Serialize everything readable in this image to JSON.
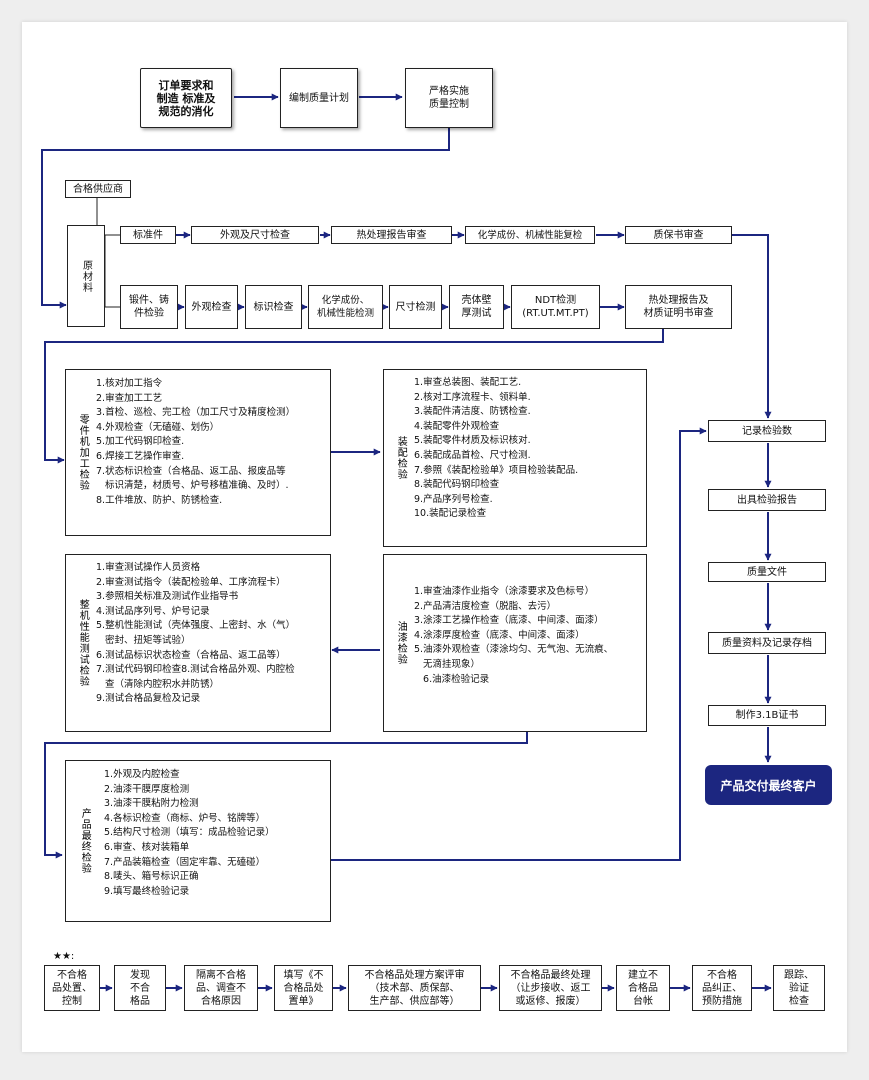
{
  "header": {
    "order": "订单要求和\n制造 标准及\n规范的消化",
    "plan": "编制质量计划",
    "control": "严格实施\n质量控制"
  },
  "supplier": "合格供应商",
  "raw_material": "原材料",
  "row1": [
    "标准件",
    "外观及尺寸检查",
    "热处理报告审查",
    "化学成份、机械性能复检",
    "质保书审查"
  ],
  "row2": [
    "锻件、铸\n件检验",
    "外观检查",
    "标识检查",
    "化学成份、\n机械性能检测",
    "尺寸检测",
    "壳体壁\n厚测试",
    "NDT检测\n(RT.UT.MT.PT)",
    "热处理报告及\n材质证明书审查"
  ],
  "parts": {
    "label": "零件机加工检验",
    "items": [
      "1.核对加工指令",
      "2.审查加工工艺",
      "3.首检、巡检、完工检（加工尺寸及精度检测）",
      "4.外观检查（无磕碰、划伤）",
      "5.加工代码钢印检查.",
      "6.焊接工艺操作审查.",
      "7.状态标识检查（合格品、返工品、报废品等",
      "   标识清楚，材质号、炉号移植准确、及时）.",
      "8.工件堆放、防护、防锈检查."
    ]
  },
  "assembly": {
    "label": "装配检验",
    "items": [
      "1.审查总装图、装配工艺.",
      "2.核对工序流程卡、领料单.",
      "3.装配件清洁度、防锈检查.",
      "4.装配零件外观检查",
      "5.装配零件材质及标识核对.",
      "6.装配成品首检、尺寸检测.",
      "7.参照《装配检验单》项目检验装配品.",
      "8.装配代码钢印检查",
      "9.产品序列号检查.",
      "10.装配记录检查"
    ]
  },
  "test": {
    "label": "整机性能测试检验",
    "items": [
      "1.审查测试操作人员资格",
      "2.审查测试指令（装配检验单、工序流程卡）",
      "3.参照相关标准及测试作业指导书",
      "4.测试品序列号、炉号记录",
      "5.整机性能测试（壳体强度、上密封、水（气）",
      "   密封、扭矩等试验）",
      "6.测试品标识状态检查（合格品、返工品等）",
      "7.测试代码钢印检查8.测试合格品外观、内腔检",
      "   查（清除内腔积水并防锈）",
      "9.测试合格品复检及记录"
    ]
  },
  "paint": {
    "label": "油漆检验",
    "items": [
      "1.审查油漆作业指令（涂漆要求及色标号）",
      "2.产品清洁度检查（脱脂、去污）",
      "3.涂漆工艺操作检查（底漆、中间漆、面漆）",
      "4.涂漆厚度检查（底漆、中间漆、面漆）",
      "5.油漆外观检查（漆涂均匀、无气泡、无流痕、",
      "   无滴挂现象）",
      "   6.油漆检验记录"
    ]
  },
  "final_check": {
    "label": "产品最终检验",
    "items": [
      "1.外观及内腔检查",
      "2.油漆干膜厚度检测",
      "3.油漆干膜粘附力检测",
      "4.各标识检查（商标、炉号、铭牌等）",
      "5.结构尺寸检测（填写：成品检验记录）",
      "6.审查、核对装箱单",
      "7.产品装箱检查（固定牢靠、无磕碰）",
      "8.唛头、箱号标识正确",
      "9.填写最终检验记录"
    ]
  },
  "right_chain": [
    "记录检验数",
    "出具检验报告",
    "质量文件",
    "质量资料及记录存档",
    "制作3.1B证书"
  ],
  "final": "产品交付最终客户",
  "stars": "★★:",
  "bottom": [
    "不合格\n品处置、\n控制",
    "发现\n不合\n格品",
    "隔离不合格\n品、调查不\n合格原因",
    "填写《不\n合格品处\n置单》",
    "不合格品处理方案评审\n（技术部、质保部、\n生产部、供应部等）",
    "不合格品最终处理\n（让步接收、返工\n或返修、报废）",
    "建立不\n合格品\n台帐",
    "不合格\n品纠正、\n预防措施",
    "跟踪、\n验证\n检查"
  ],
  "colors": {
    "arrow": "#1c2680",
    "final_bg": "#1c2680"
  }
}
